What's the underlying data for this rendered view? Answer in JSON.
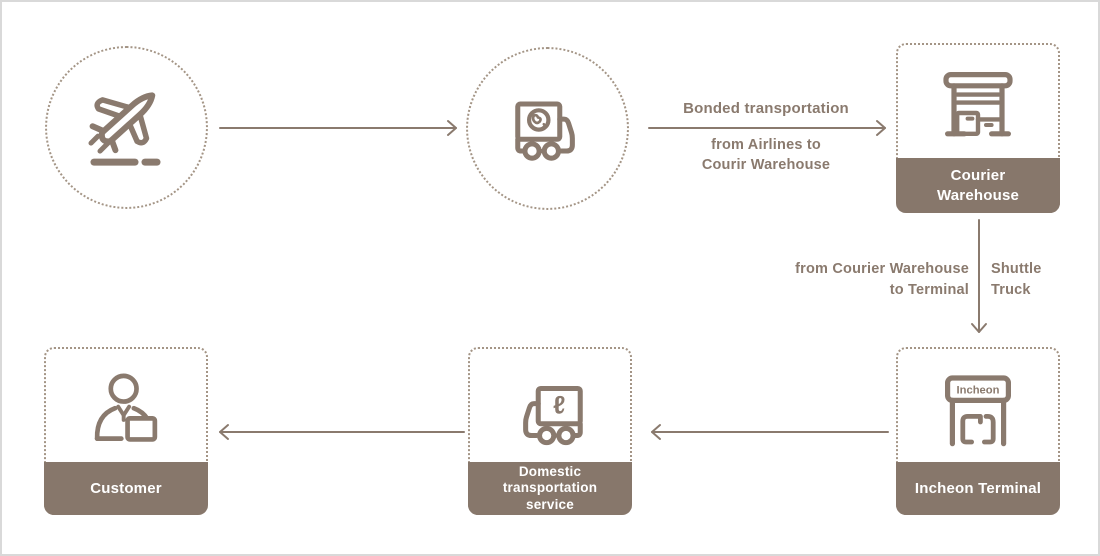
{
  "palette": {
    "line_brown": "#8a7a6e",
    "solid_brown": "#87776b",
    "dotted_border": "#a49586",
    "footer_text": "#ffffff",
    "page_border": "#d9d9d9"
  },
  "nodes": {
    "airlines": {
      "icon": "airplane-takeoff-icon"
    },
    "bonded_truck": {
      "icon": "international-delivery-truck-icon"
    },
    "courier_warehouse": {
      "icon": "warehouse-icon",
      "label": "Courier\nWarehouse"
    },
    "incheon_terminal": {
      "icon": "terminal-gate-icon",
      "sign_text": "Incheon",
      "label": "Incheon Terminal"
    },
    "domestic_transport": {
      "icon": "delivery-truck-icon",
      "truck_mark": "ℓ",
      "label": "Domestic\ntransportation\nservice"
    },
    "customer": {
      "icon": "customer-icon",
      "label": "Customer"
    }
  },
  "edges": {
    "bonded_transportation": {
      "label_above": "Bonded transportation",
      "label_below": "from Airlines to\nCourir Warehouse"
    },
    "warehouse_to_terminal": {
      "label_left": "from Courier Warehouse\nto Terminal",
      "label_right": "Shuttle\nTruck"
    }
  }
}
